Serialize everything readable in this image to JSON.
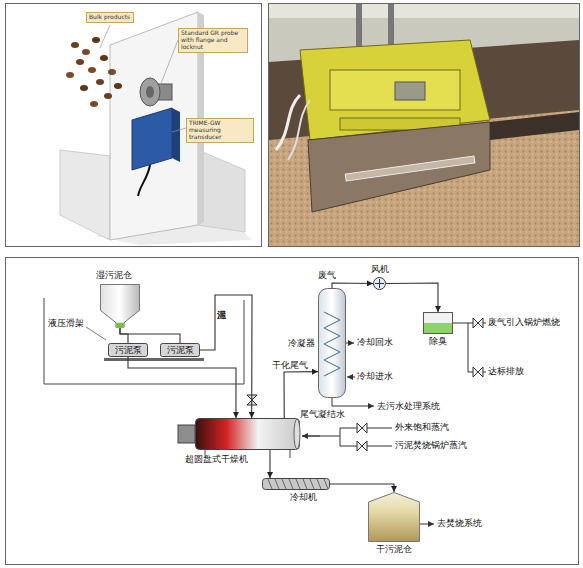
{
  "diagram": {
    "nodes": [
      {
        "text": [
          "Bulk products"
        ]
      },
      {
        "text": [
          "Standard GR probe with flange and locknut"
        ]
      },
      {
        "text": [
          "TRIME-GW measuring transducer"
        ]
      },
      {
        "text": [
          "湿污泥仓"
        ]
      },
      {
        "text": [
          "污泥泵"
        ]
      },
      {
        "text": [
          "污泥泵"
        ]
      },
      {
        "text": [
          "冷凝器"
        ]
      },
      {
        "text": [
          "风机"
        ]
      },
      {
        "text": [
          "除臭"
        ]
      },
      {
        "text": [
          "超圆盘式干燥机"
        ]
      },
      {
        "text": [
          "冷却机"
        ]
      },
      {
        "text": [
          "干污泥仓"
        ]
      }
    ],
    "edges": [
      {
        "from": 3,
        "to": 4,
        "arrow": "none"
      },
      {
        "from": 3,
        "to": 5,
        "arrow": "none"
      },
      {
        "from": 4,
        "to": 9,
        "arrow": "to"
      },
      {
        "from": 5,
        "to": 9,
        "arrow": "to",
        "label": "湿污泥"
      },
      {
        "from": 9,
        "to": 6,
        "arrow": "to",
        "label": "干化尾气"
      },
      {
        "from": 6,
        "to": 7,
        "arrow": "to",
        "label": "废气"
      },
      {
        "from": 7,
        "to": 8,
        "arrow": "to"
      },
      {
        "from": 9,
        "to": 10,
        "arrow": "to"
      },
      {
        "from": 10,
        "to": 11,
        "arrow": "to"
      }
    ],
    "labels": [
      "液压滑架",
      "冷却回水",
      "冷却进水",
      "废气引入锅炉燃烧",
      "达标排放",
      "尾气凝结水",
      "去污水处理系统",
      "外来饱和蒸汽",
      "污泥焚烧锅炉蒸汽",
      "去焚烧系统"
    ]
  }
}
